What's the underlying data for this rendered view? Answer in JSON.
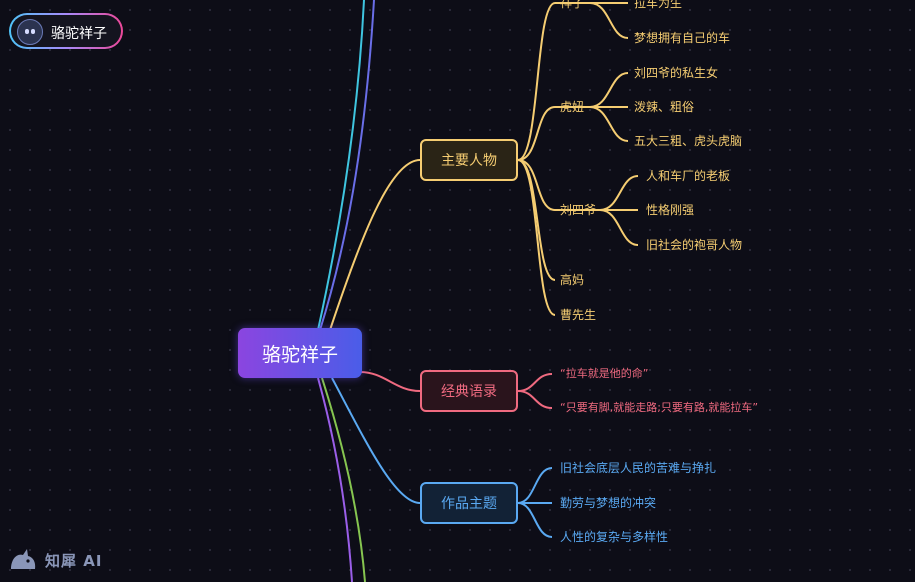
{
  "badge": {
    "title": "骆驼祥子"
  },
  "root": {
    "label": "骆驼祥子"
  },
  "branches": {
    "characters": {
      "label": "主要人物",
      "xiangzi": {
        "label": "祥子",
        "children": [
          "拉车为生",
          "梦想拥有自己的车"
        ]
      },
      "huniu": {
        "label": "虎妞",
        "children": [
          "刘四爷的私生女",
          "泼辣、粗俗",
          "五大三粗、虎头虎脑"
        ]
      },
      "liusiye": {
        "label": "刘四爷",
        "children": [
          "人和车厂的老板",
          "性格刚强",
          "旧社会的袍哥人物"
        ]
      },
      "others": [
        "高妈",
        "曹先生"
      ]
    },
    "quotes": {
      "label": "经典语录",
      "children": [
        "“拉车就是他的命”",
        "“只要有脚,就能走路;只要有路,就能拉车”"
      ]
    },
    "themes": {
      "label": "作品主题",
      "children": [
        "旧社会底层人民的苦难与挣扎",
        "勤劳与梦想的冲突",
        "人性的复杂与多样性"
      ]
    }
  },
  "watermark": {
    "label": "知犀 AI"
  },
  "colors": {
    "yellow": "#f5cd72",
    "red": "#ef6a80",
    "blue": "#5aa9f2",
    "root_gradient": [
      "#8b45e0",
      "#4a5de8"
    ]
  }
}
